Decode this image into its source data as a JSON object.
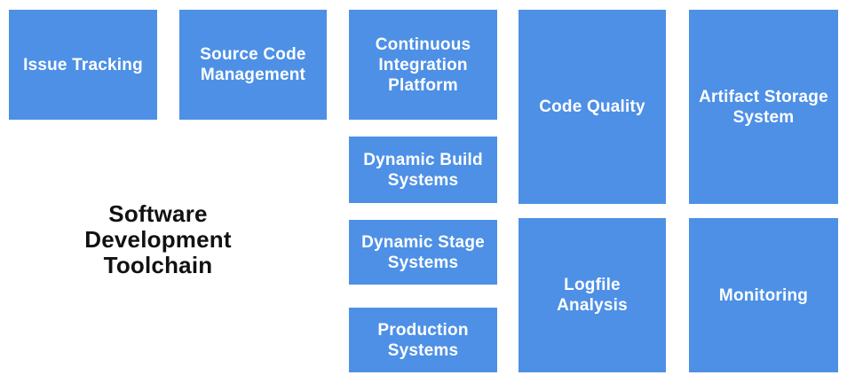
{
  "title": {
    "text": "Software Development Toolchain"
  },
  "colors": {
    "box_fill": "#4d90e6",
    "box_text": "#ffffff",
    "title_text": "#111111",
    "background": "#ffffff"
  },
  "boxes": [
    {
      "id": "issue-tracking",
      "label": "Issue Tracking"
    },
    {
      "id": "source-code-management",
      "label": "Source Code Management"
    },
    {
      "id": "continuous-integration-platform",
      "label": "Continuous Integration Platform"
    },
    {
      "id": "dynamic-build-systems",
      "label": "Dynamic Build Systems"
    },
    {
      "id": "dynamic-stage-systems",
      "label": "Dynamic Stage Systems"
    },
    {
      "id": "production-systems",
      "label": "Production Systems"
    },
    {
      "id": "code-quality",
      "label": "Code Quality"
    },
    {
      "id": "logfile-analysis",
      "label": "Logfile Analysis"
    },
    {
      "id": "artifact-storage-system",
      "label": "Artifact Storage System"
    },
    {
      "id": "monitoring",
      "label": "Monitoring"
    }
  ]
}
